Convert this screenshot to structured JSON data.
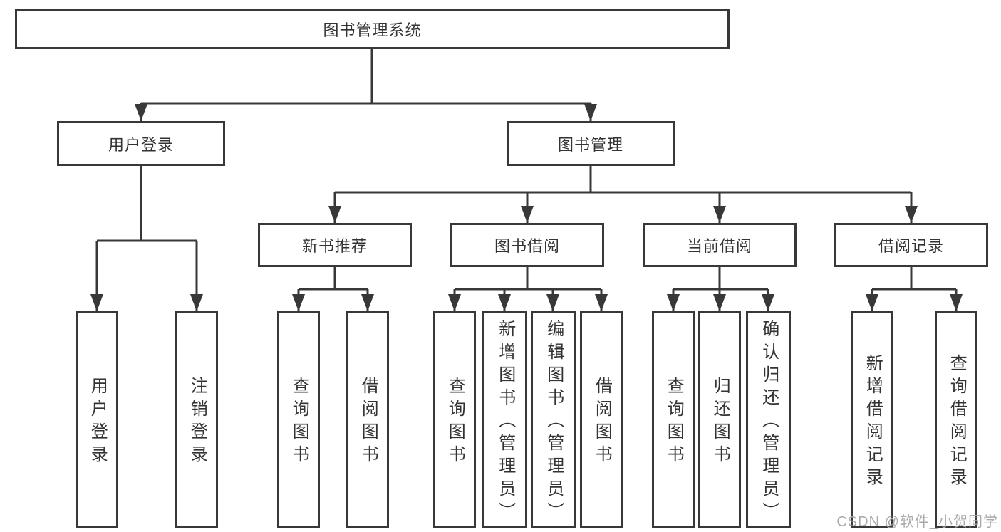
{
  "colors": {
    "line": "#383838",
    "node_border": "#383838",
    "text": "#333333",
    "background": "#ffffff",
    "watermark": "#a9a9a9"
  },
  "watermark": "CSDN @软件_小贺同学",
  "tree": {
    "root": {
      "label": "图书管理系统",
      "children": [
        {
          "label": "用户登录",
          "children": [
            {
              "label": "用户登录"
            },
            {
              "label": "注销登录"
            }
          ]
        },
        {
          "label": "图书管理",
          "children": [
            {
              "label": "新书推荐",
              "children": [
                {
                  "label": "查询图书"
                },
                {
                  "label": "借阅图书"
                }
              ]
            },
            {
              "label": "图书借阅",
              "children": [
                {
                  "label": "查询图书"
                },
                {
                  "label": "新增图书（管理员）"
                },
                {
                  "label": "编辑图书（管理员）"
                },
                {
                  "label": "借阅图书"
                }
              ]
            },
            {
              "label": "当前借阅",
              "children": [
                {
                  "label": "查询图书"
                },
                {
                  "label": "归还图书"
                },
                {
                  "label": "确认归还（管理员）"
                }
              ]
            },
            {
              "label": "借阅记录",
              "children": [
                {
                  "label": "新增借阅记录"
                },
                {
                  "label": "查询借阅记录"
                }
              ]
            }
          ]
        }
      ]
    }
  }
}
